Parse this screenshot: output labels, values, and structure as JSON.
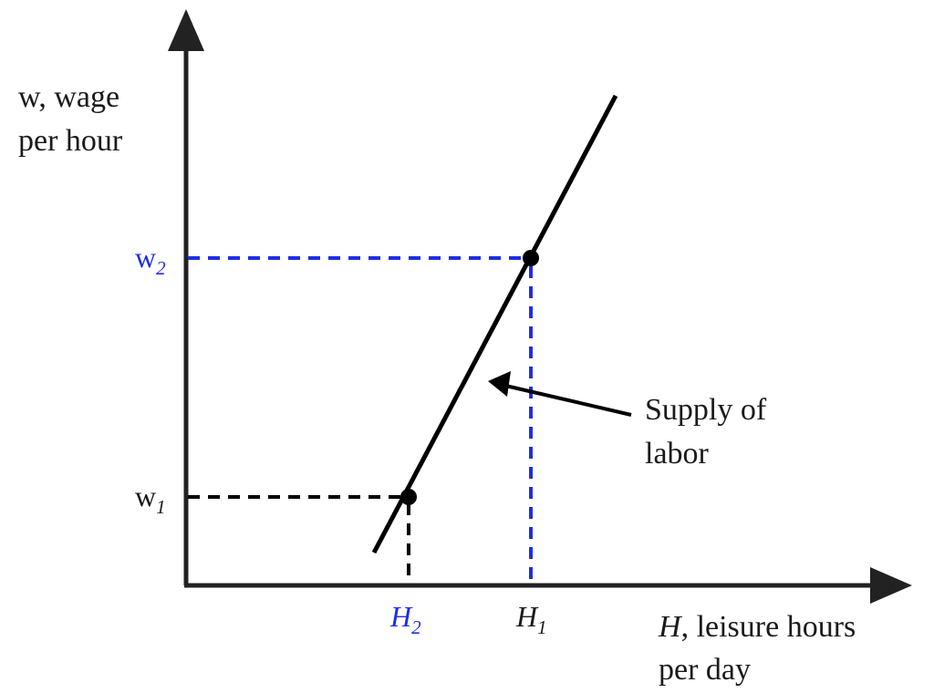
{
  "y_axis": {
    "line1": "w, wage",
    "line2": "per hour"
  },
  "x_axis": {
    "var": "H",
    "line1_rest": ", leisure hours",
    "line2": "per day"
  },
  "supply_label": {
    "line1": "Supply of",
    "line2": "labor"
  },
  "points": {
    "w1": {
      "base": "w",
      "sub": "1"
    },
    "w2": {
      "base": "w",
      "sub": "2"
    },
    "H1": {
      "base": "H",
      "sub": "1"
    },
    "H2": {
      "base": "H",
      "sub": "2"
    }
  },
  "colors": {
    "axis": "#222222",
    "curve": "#000000",
    "guide_low": "#000000",
    "guide_high": "#1f2ee6"
  }
}
